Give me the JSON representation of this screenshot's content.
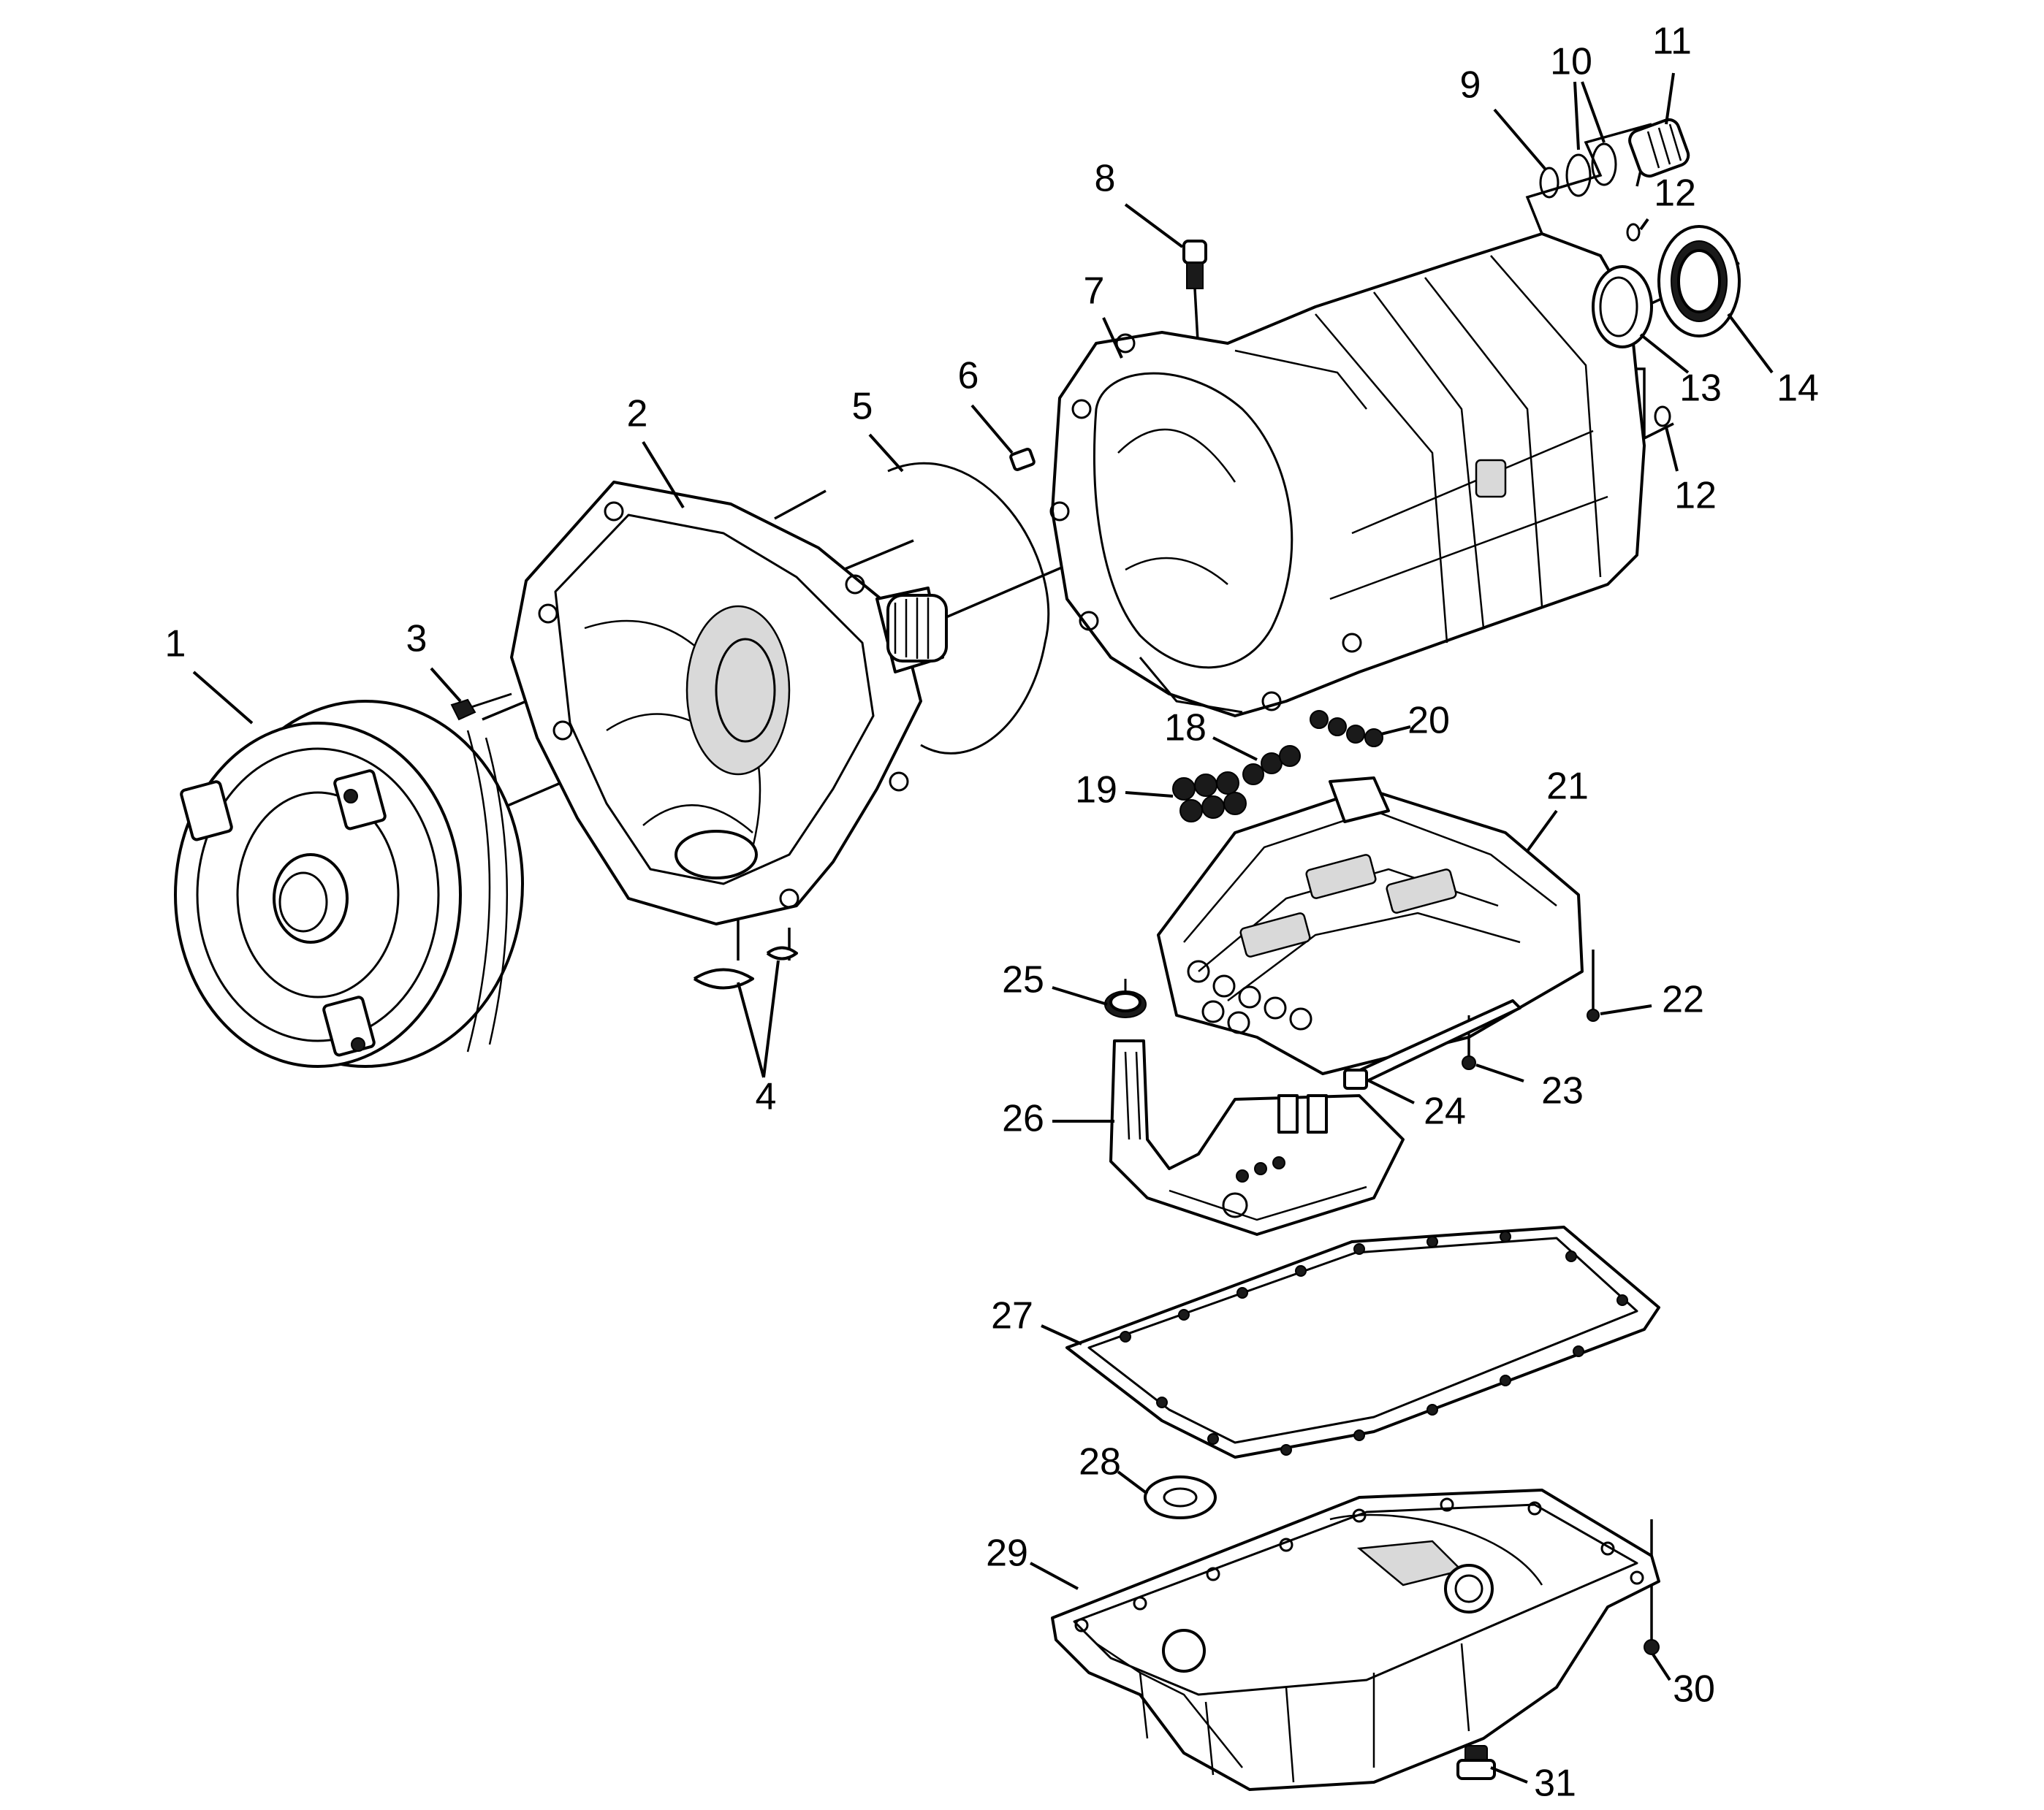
{
  "diagram": {
    "type": "exploded-parts-view",
    "colors": {
      "ink": "#000000",
      "paper": "#ffffff",
      "shade": "#d9d9d9"
    },
    "callouts": [
      {
        "id": "c1",
        "label": "1"
      },
      {
        "id": "c2",
        "label": "2"
      },
      {
        "id": "c3",
        "label": "3"
      },
      {
        "id": "c4",
        "label": "4"
      },
      {
        "id": "c5",
        "label": "5"
      },
      {
        "id": "c6",
        "label": "6"
      },
      {
        "id": "c7",
        "label": "7"
      },
      {
        "id": "c8",
        "label": "8"
      },
      {
        "id": "c9",
        "label": "9"
      },
      {
        "id": "c10",
        "label": "10"
      },
      {
        "id": "c11",
        "label": "11"
      },
      {
        "id": "c12a",
        "label": "12"
      },
      {
        "id": "c12b",
        "label": "12"
      },
      {
        "id": "c13",
        "label": "13"
      },
      {
        "id": "c14",
        "label": "14"
      },
      {
        "id": "c18",
        "label": "18"
      },
      {
        "id": "c19",
        "label": "19"
      },
      {
        "id": "c20",
        "label": "20"
      },
      {
        "id": "c21",
        "label": "21"
      },
      {
        "id": "c22",
        "label": "22"
      },
      {
        "id": "c23",
        "label": "23"
      },
      {
        "id": "c24",
        "label": "24"
      },
      {
        "id": "c25",
        "label": "25"
      },
      {
        "id": "c26",
        "label": "26"
      },
      {
        "id": "c27",
        "label": "27"
      },
      {
        "id": "c28",
        "label": "28"
      },
      {
        "id": "c29",
        "label": "29"
      },
      {
        "id": "c30",
        "label": "30"
      },
      {
        "id": "c31",
        "label": "31"
      }
    ]
  }
}
